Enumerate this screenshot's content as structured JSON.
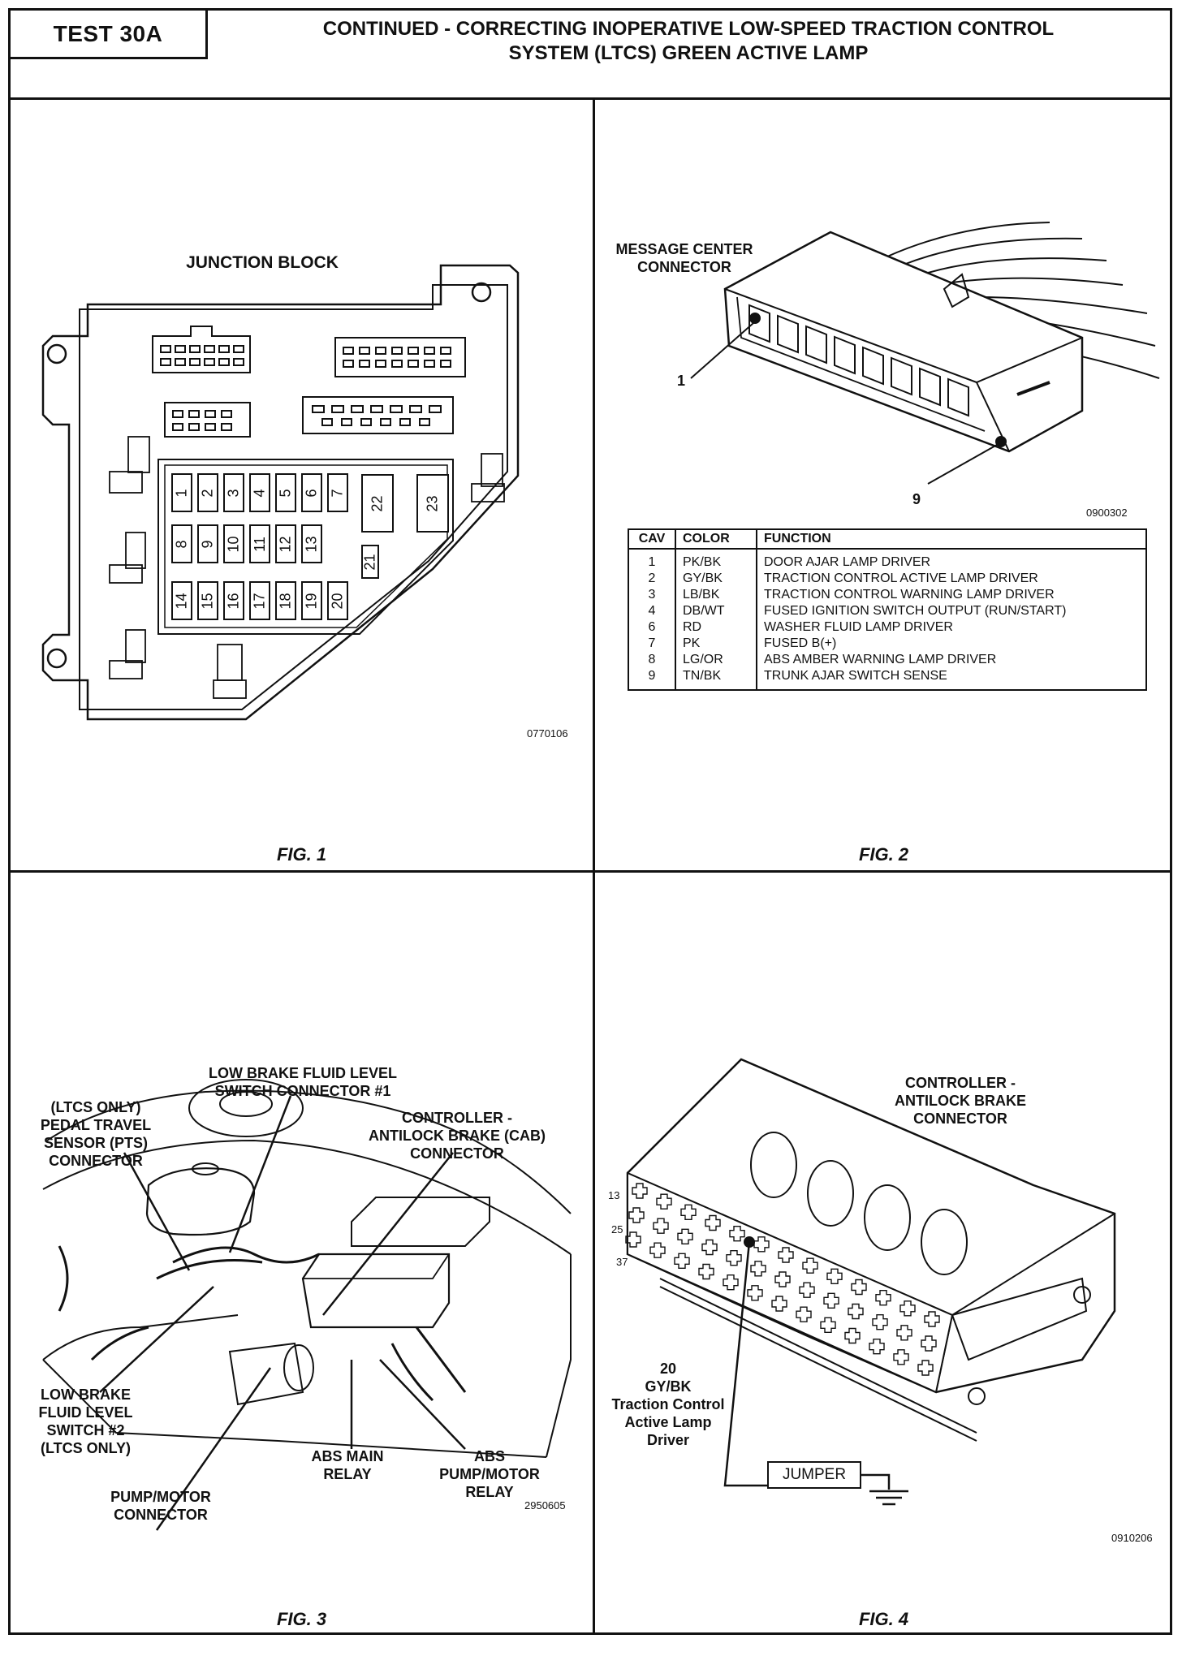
{
  "header": {
    "test_label": "TEST 30A",
    "title_line1": "CONTINUED -  CORRECTING INOPERATIVE LOW-SPEED TRACTION CONTROL",
    "title_line2": "SYSTEM (LTCS) GREEN ACTIVE LAMP"
  },
  "fig1": {
    "caption": "FIG. 1",
    "title": "JUNCTION BLOCK",
    "code": "0770106",
    "fuses_row1": [
      "1",
      "2",
      "3",
      "4",
      "5",
      "6",
      "7"
    ],
    "fuses_row2": [
      "8",
      "9",
      "10",
      "11",
      "12",
      "13"
    ],
    "fuses_row3": [
      "14",
      "15",
      "16",
      "17",
      "18",
      "19",
      "20"
    ],
    "fuse_21": "21",
    "fuse_22": "22",
    "fuse_23": "23"
  },
  "fig2": {
    "caption": "FIG. 2",
    "connector_label_line1": "MESSAGE CENTER",
    "connector_label_line2": "CONNECTOR",
    "pin_first": "1",
    "pin_last": "9",
    "code": "0900302",
    "table": {
      "headers": [
        "CAV",
        "COLOR",
        "FUNCTION"
      ],
      "rows": [
        [
          "1",
          "PK/BK",
          "DOOR AJAR LAMP DRIVER"
        ],
        [
          "2",
          "GY/BK",
          "TRACTION CONTROL ACTIVE LAMP DRIVER"
        ],
        [
          "3",
          "LB/BK",
          "TRACTION CONTROL WARNING LAMP DRIVER"
        ],
        [
          "4",
          "DB/WT",
          "FUSED IGNITION SWITCH OUTPUT (RUN/START)"
        ],
        [
          "6",
          "RD",
          "WASHER FLUID LAMP DRIVER"
        ],
        [
          "7",
          "PK",
          "FUSED B(+)"
        ],
        [
          "8",
          "LG/OR",
          "ABS AMBER WARNING LAMP DRIVER"
        ],
        [
          "9",
          "TN/BK",
          "TRUNK AJAR SWITCH SENSE"
        ]
      ]
    }
  },
  "fig3": {
    "caption": "FIG. 3",
    "code": "2950605",
    "labels": {
      "low_brake_1_line1": "LOW BRAKE FLUID LEVEL",
      "low_brake_1_line2": "SWITCH CONNECTOR #1",
      "pts_line1": "(LTCS ONLY)",
      "pts_line2": "PEDAL TRAVEL",
      "pts_line3": "SENSOR (PTS)",
      "pts_line4": "CONNECTOR",
      "cab_line1": "CONTROLLER -",
      "cab_line2": "ANTILOCK BRAKE (CAB)",
      "cab_line3": "CONNECTOR",
      "low_brake_2_line1": "LOW BRAKE",
      "low_brake_2_line2": "FLUID LEVEL",
      "low_brake_2_line3": "SWITCH #2",
      "low_brake_2_line4": "(LTCS ONLY)",
      "abs_main_line1": "ABS MAIN",
      "abs_main_line2": "RELAY",
      "abs_pump_line1": "ABS",
      "abs_pump_line2": "PUMP/MOTOR",
      "abs_pump_line3": "RELAY",
      "pump_conn_line1": "PUMP/MOTOR",
      "pump_conn_line2": "CONNECTOR"
    }
  },
  "fig4": {
    "caption": "FIG. 4",
    "code": "0910206",
    "connector_line1": "CONTROLLER -",
    "connector_line2": "ANTILOCK BRAKE",
    "connector_line3": "CONNECTOR",
    "pin_line1": "20",
    "pin_line2": "GY/BK",
    "pin_line3": "Traction Control",
    "pin_line4": "Active Lamp",
    "pin_line5": "Driver",
    "jumper": "JUMPER",
    "side_13": "13",
    "side_25": "25",
    "side_37": "37"
  }
}
